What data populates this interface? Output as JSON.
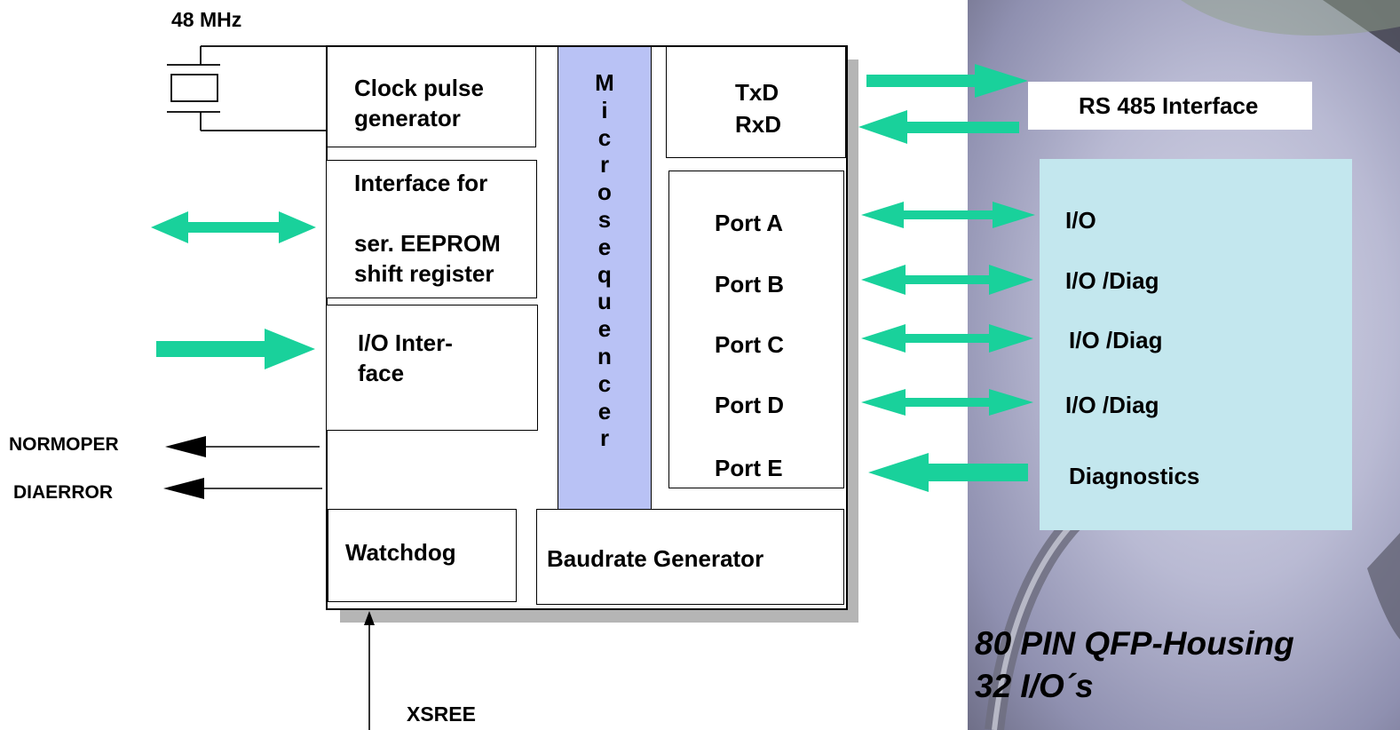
{
  "clock": {
    "freq_label": "48 MHz"
  },
  "blocks": {
    "clock_gen": [
      "Clock pulse",
      "generator"
    ],
    "eeprom": {
      "line1": "Interface for",
      "line2": "ser. EEPROM",
      "line3": "shift register"
    },
    "io_if": [
      "I/O Inter-",
      "face"
    ],
    "microsequencer": [
      "M",
      "i",
      "c",
      "r",
      "o",
      "s",
      "e",
      "q",
      "u",
      "e",
      "n",
      "c",
      "e",
      "r"
    ],
    "txrx": [
      "TxD",
      "RxD"
    ],
    "ports": [
      "Port A",
      "Port B",
      "Port C",
      "Port D",
      "Port E"
    ],
    "watchdog": "Watchdog",
    "baudrate": "Baudrate Generator"
  },
  "signals": {
    "normoper": "NORMOPER",
    "diaerror": "DIAERROR",
    "xsree": "XSREE"
  },
  "right": {
    "rs485": "RS 485 Interface",
    "io_labels": [
      "I/O",
      "I/O /Diag",
      "I/O /Diag",
      "I/O /Diag",
      "Diagnostics"
    ]
  },
  "housing": {
    "line1": "80 PIN QFP-Housing",
    "line2": "32 I/O´s"
  },
  "colors": {
    "arrow": "#19d19b",
    "microsequencer": "#b9c2f5",
    "panel": "#c3e7ee"
  }
}
